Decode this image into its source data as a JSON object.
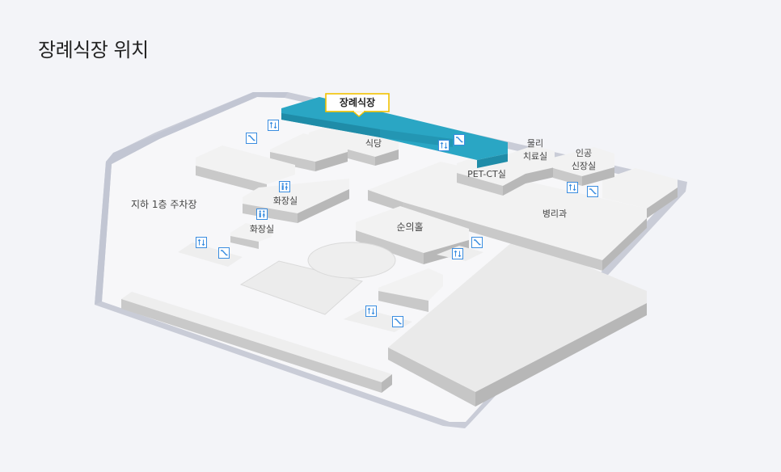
{
  "title": "장례식장 위치",
  "highlight": {
    "label": "장례식장",
    "color": "#2aa6c4",
    "callout_border": "#f2c200"
  },
  "labels": {
    "parking": "지하 1층 주차장",
    "cafeteria": "식당",
    "restroom_1": "화장실",
    "restroom_2": "화장실",
    "hall": "순의홀",
    "pet_ct": "PET-CT실",
    "radiation_1": "물리",
    "radiation_2": "치료실",
    "kidney_1": "인공",
    "kidney_2": "신장실",
    "pathology": "병리과"
  },
  "icons": {
    "elevator": "elevator-icon",
    "escalator": "escalator-icon",
    "restroom": "restroom-icon"
  },
  "colors": {
    "background": "#f3f4f8",
    "floor": "#f7f7f9",
    "border": "#c8cbd6",
    "block_top": "#f2f2f2",
    "block_side": "#c9c9c9",
    "icon_blue": "#3a8de0"
  }
}
